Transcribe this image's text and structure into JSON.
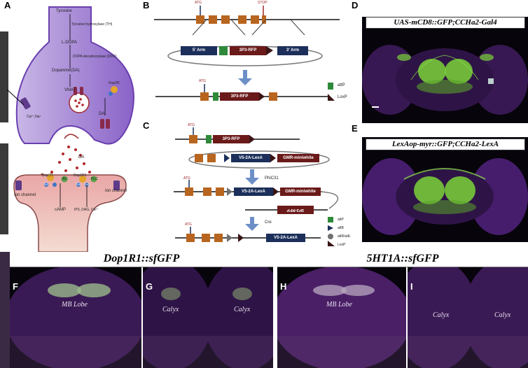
{
  "panels": {
    "a": "A",
    "b": "B",
    "c": "C",
    "d": "D",
    "e": "E",
    "f": "F",
    "g": "G",
    "h": "H",
    "i": "I"
  },
  "panel_a": {
    "tyrosine": "Tyrosine",
    "th": "Tyrosine hydroxylase (TH)",
    "ldopa": "L-DOPA",
    "ddc": "DOPA decarboxylase (DDC)",
    "dopamine": "Dopamine(DA)",
    "vmat": "VMAT",
    "dop2r_top": "Dop2R",
    "ion": "Ca²⁺,Na⁺",
    "da_right": "DA",
    "da_cleft": "DA",
    "dop2r_post": "Dop2R",
    "ac": "AC",
    "dop1r1": "Dop1R1",
    "plc": "PLC",
    "ion_channel_left": "Ion channel",
    "ion_channel_right": "Ion channel",
    "camp": "cAMP",
    "ip3": "IP3, DAG, Ca²⁺",
    "gs": "Gs",
    "gq": "Gq",
    "gi": "Gi"
  },
  "panel_b": {
    "atg": "ATG",
    "stop": "STOP",
    "arm5": "5' Arm",
    "rfp": "3P3-RFP",
    "arm3": "3' Arm",
    "atg2": "ATG",
    "rfp2": "3P3-RFP",
    "legend_attp": "attP",
    "legend_loxp": "LoxP"
  },
  "panel_c": {
    "atg": "ATG",
    "rfp": "3P3-RFP",
    "lexa": "V5-2A-LexA",
    "gmr": "GMR-miniwhite",
    "phic31": "PhiC31",
    "atg2": "ATG",
    "lexa2": "V5-2A-LexA",
    "gmr2": "GMR-miniwhite",
    "rfp_flipped": "3P3-RFP",
    "cre": "Cre",
    "atg3": "ATG",
    "lexa3": "V5-2A-LexA",
    "legend_attp": "attP",
    "legend_attb": "attB",
    "legend_attr": "attR/attL",
    "legend_loxp": "LoxP"
  },
  "panel_d": {
    "title": "UAS-mCD8::GFP;CCHa2-Gal4"
  },
  "panel_e": {
    "title": "LexAop-myr::GFP;CCHa2-LexA"
  },
  "bottom": {
    "dop_title": "Dop1R1::sfGFP",
    "ht_title": "5HT1A::sfGFP",
    "f_label": "MB Lobe",
    "g_label_left": "Calyx",
    "g_label_right": "Calyx",
    "h_label": "MB Lobe",
    "i_label_left": "Calyx",
    "i_label_right": "Calyx"
  },
  "colors": {
    "gfp": "#7ad23a",
    "magenta": "#7a2a8a",
    "gene_box": "#b8651f",
    "rfp_box": "#6b1a1a",
    "arm_box": "#1b2f5a"
  }
}
